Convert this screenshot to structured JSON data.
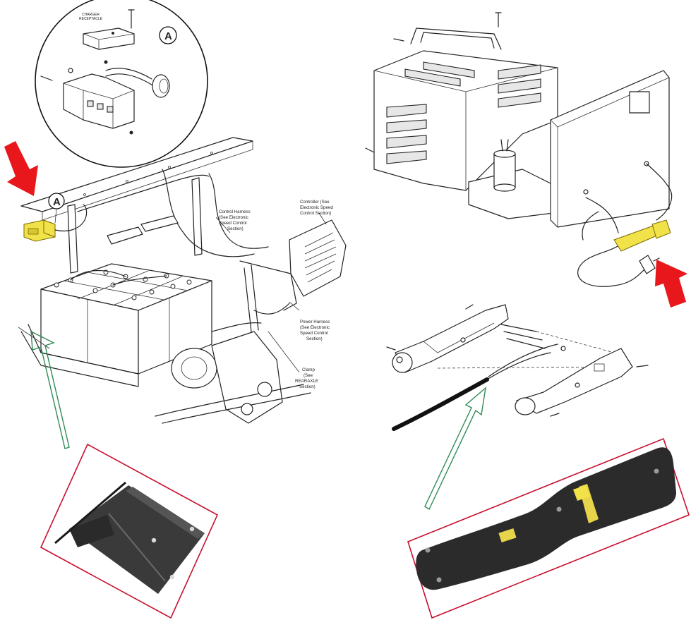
{
  "callouts": {
    "charger_receptacle": "CHARGER\nRECEPTACLE",
    "circle_a_top": "A",
    "circle_a_main": "A",
    "control_harness": "Control Harness\n(See Electronic\nSpeed Control\nSection)",
    "controller": "Controller (See\nElectronic Speed\nControl Section)",
    "power_harness": "Power Harness\n(See Electronic\nSpeed Control\nSection)",
    "clamp": "Clamp\n(See\nREARAXLE\nSection)"
  },
  "colors": {
    "highlight_arrow": "#e8171b",
    "pointer_arrow": "#2e8b57",
    "inset_frame": "#c8102e",
    "connector_yellow": "#f2e24a",
    "line_art": "#222222"
  },
  "icons": {
    "arrow_left": "red-arrow-icon",
    "arrow_right": "red-arrow-icon",
    "pointer_left": "green-outline-arrow-icon",
    "pointer_right": "green-outline-arrow-icon"
  }
}
